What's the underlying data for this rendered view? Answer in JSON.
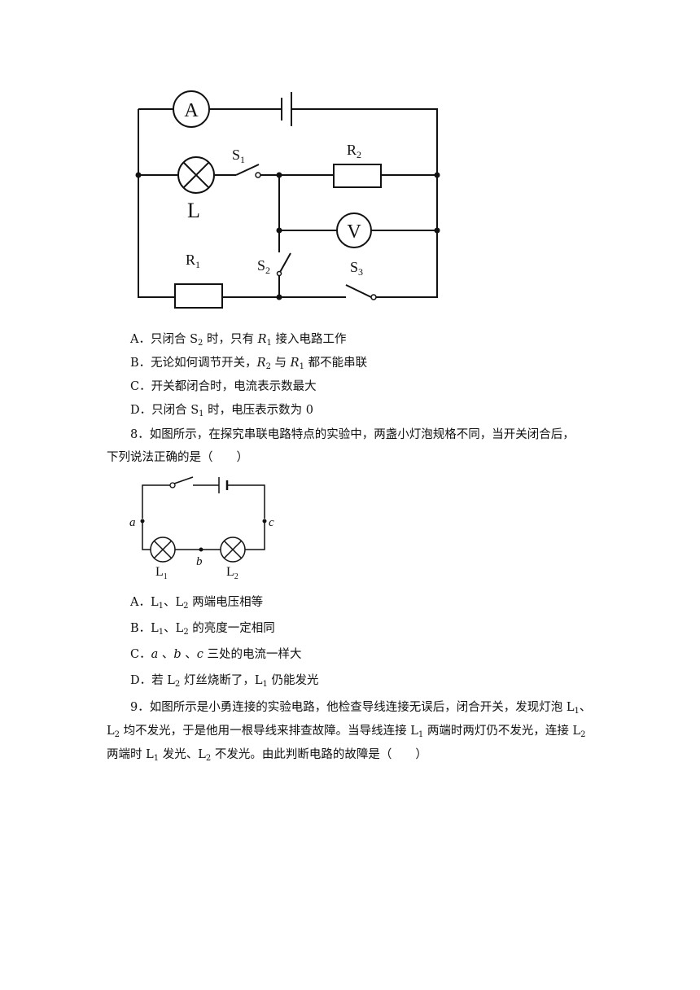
{
  "circuit1": {
    "ammeter": "A",
    "voltmeter": "V",
    "lamp": "L",
    "s1": {
      "main": "S",
      "sub": "1"
    },
    "s2": {
      "main": "S",
      "sub": "2"
    },
    "s3": {
      "main": "S",
      "sub": "3"
    },
    "r1": {
      "main": "R",
      "sub": "1"
    },
    "r2": {
      "main": "R",
      "sub": "2"
    }
  },
  "q7_options": {
    "a": {
      "p1": "A．只闭合 S",
      "s": "2",
      "p2": " 时，只有 ",
      "v": "R",
      "vs": "1",
      "p3": " 接入电路工作"
    },
    "b": {
      "p1": "B．无论如何调节开关，",
      "v1": "R",
      "v1s": "2",
      "p2": " 与 ",
      "v2": "R",
      "v2s": "1",
      "p3": " 都不能串联"
    },
    "c": {
      "p1": "C．开关都闭合时，电流表示数最大"
    },
    "d": {
      "p1": "D．只闭合 S",
      "s": "1",
      "p2": " 时，电压表示数为 0"
    }
  },
  "q8": {
    "line1": "8．如图所示，在探究串联电路特点的实验中，两盏小灯泡规格不同，当开关闭合后，",
    "line2": "下列说法正确的是（　　）"
  },
  "circuit2": {
    "a": "a",
    "b": "b",
    "c": "c",
    "l1": {
      "main": "L",
      "sub": "1"
    },
    "l2": {
      "main": "L",
      "sub": "2"
    }
  },
  "q8_options": {
    "a": {
      "p1": "A．L",
      "s1": "1",
      "p2": "、L",
      "s2": "2",
      "p3": " 两端电压相等"
    },
    "b": {
      "p1": "B．L",
      "s1": "1",
      "p2": "、L",
      "s2": "2",
      "p3": " 的亮度一定相同"
    },
    "c": {
      "p1": "C．",
      "a": "a",
      "sep1": " 、",
      "b": "b",
      "sep2": " 、",
      "c": "c",
      "p2": " 三处的电流一样大"
    },
    "d": {
      "p1": "D．若 L",
      "s1": "2",
      "p2": " 灯丝烧断了，L",
      "s2": "1",
      "p3": " 仍能发光"
    }
  },
  "q9": {
    "l1_p1": "9．如图所示是小勇连接的实验电路，他检查导线连接无误后，闭合开关，发现灯泡 L",
    "l1_s": "1",
    "l1_p2": "、",
    "l2_p0": "L",
    "l2_s0": "2",
    "l2_p1": " 均不发光，于是他用一根导线来排查故障。当导线连接 L",
    "l2_s1": "1",
    "l2_p2": " 两端时两灯仍不发光，连接 L",
    "l2_s2": "2",
    "l3_p1": "两端时 L",
    "l3_s1": "1",
    "l3_p2": " 发光、L",
    "l3_s2": "2",
    "l3_p3": " 不发光。由此判断电路的故障是（　　）"
  }
}
